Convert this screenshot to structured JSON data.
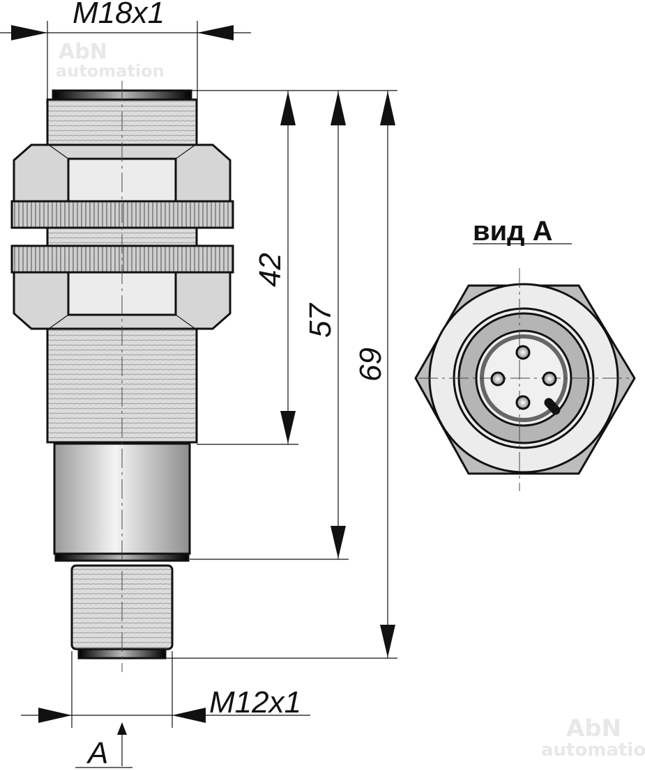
{
  "dimensions": {
    "thread_main": "M18x1",
    "thread_connector": "M12x1",
    "length_thread": "42",
    "length_body": "57",
    "length_total": "69"
  },
  "view_marker": "A",
  "view_label": "вид А",
  "watermark": {
    "line1": "AbN",
    "line2": "automation"
  },
  "colors": {
    "metal_light": "#e6e6e6",
    "metal_mid": "#bdbdbd",
    "outline": "#111111"
  }
}
